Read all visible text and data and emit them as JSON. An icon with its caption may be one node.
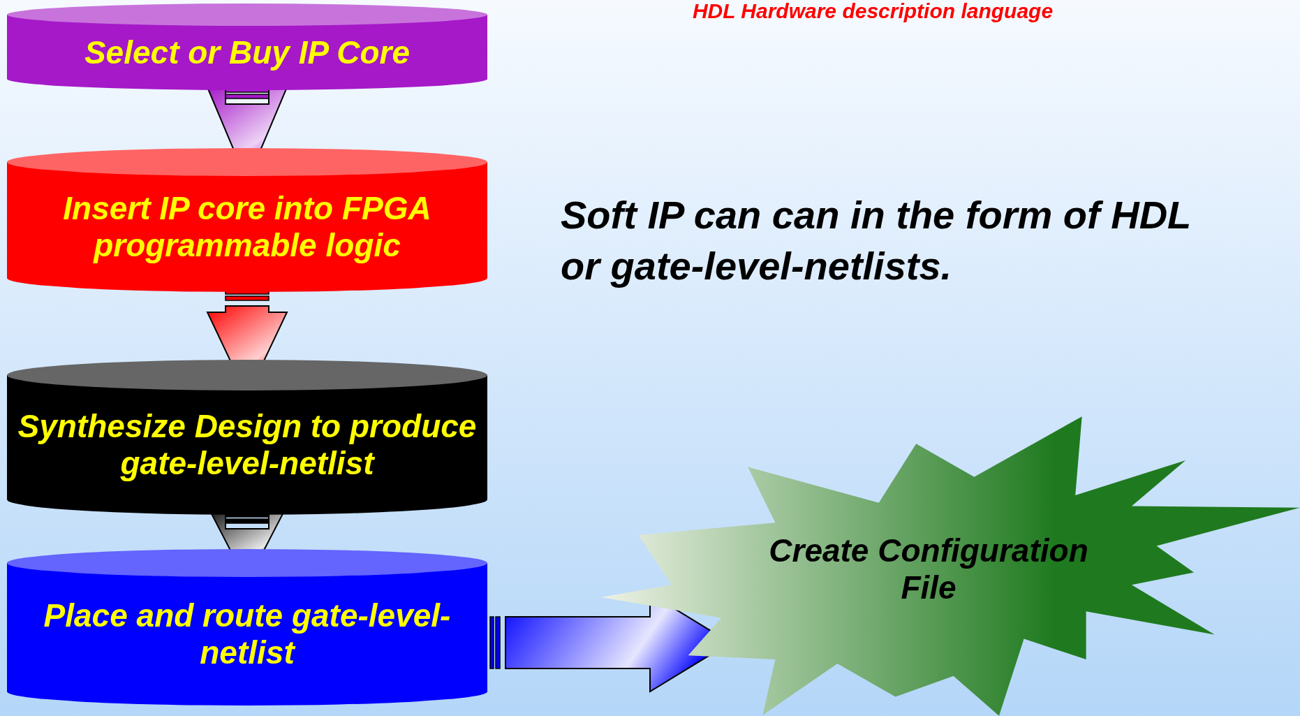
{
  "diagram": {
    "nodes": [
      {
        "text": [
          "Select or Buy IP Core"
        ]
      },
      {
        "text": [
          "Insert IP core into FPGA programmable logic"
        ]
      },
      {
        "text": [
          "Synthesize Design to produce gate-level-netlist"
        ]
      },
      {
        "text": [
          "Place and route gate-level-netlist"
        ]
      },
      {
        "text": [
          "Create Configuration File"
        ]
      }
    ],
    "edges": [
      {
        "from": 0,
        "to": 1,
        "arrow": "to"
      },
      {
        "from": 1,
        "to": 2,
        "arrow": "to"
      },
      {
        "from": 2,
        "to": 3,
        "arrow": "to"
      },
      {
        "from": 3,
        "to": 4,
        "arrow": "to"
      }
    ],
    "labels": [
      "HDL Hardware description language",
      "Soft IP can can in the form of HDL or gate-level-netlists."
    ]
  }
}
